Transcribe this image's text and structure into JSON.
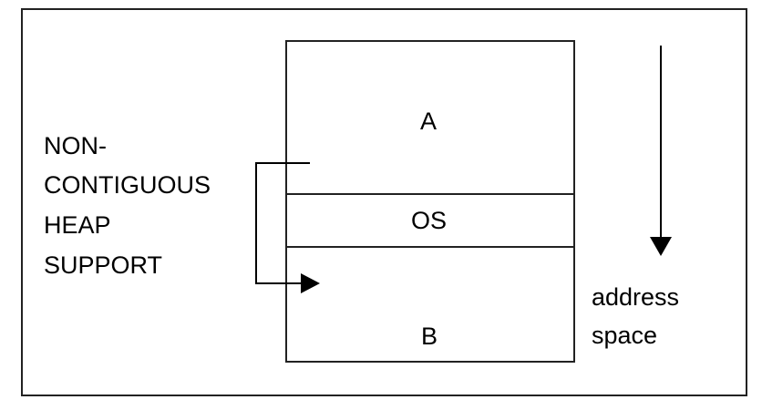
{
  "diagram": {
    "left_label": [
      "NON-",
      "CONTIGUOUS",
      "HEAP",
      "SUPPORT"
    ],
    "segments": [
      {
        "label": "A"
      },
      {
        "label": "OS"
      },
      {
        "label": "B"
      }
    ],
    "address_label": [
      "address",
      "space"
    ],
    "colors": {
      "stroke": "#000000",
      "background": "#ffffff"
    }
  }
}
